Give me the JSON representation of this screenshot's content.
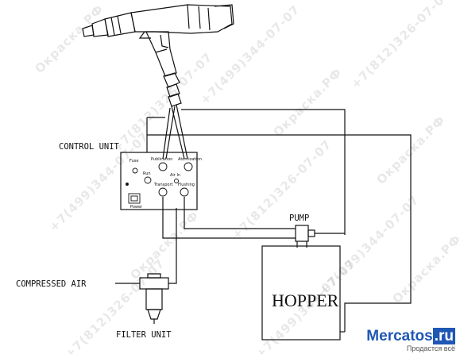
{
  "labels": {
    "control_unit": "CONTROL UNIT",
    "pump": "PUMP",
    "compressed_air": "COMPRESSED AIR",
    "filter_unit": "FILTER UNIT",
    "hopper": "HOPPER"
  },
  "panel": {
    "fuse": "Fuse",
    "publication": "Publication",
    "atomization": "Atomization",
    "run": "Run",
    "air_in": "Air In",
    "transport": "Transport",
    "flushing": "Flushing",
    "power": "Power"
  },
  "watermarks": [
    "Окраска.РФ",
    "+7(812)326-07-07",
    "+7(499)344-07-07"
  ],
  "brand": {
    "name": "Mercatos",
    "tld": ".ru",
    "tagline": "Продастся всё"
  },
  "colors": {
    "line": "#111111",
    "brand": "#1f57b4"
  }
}
